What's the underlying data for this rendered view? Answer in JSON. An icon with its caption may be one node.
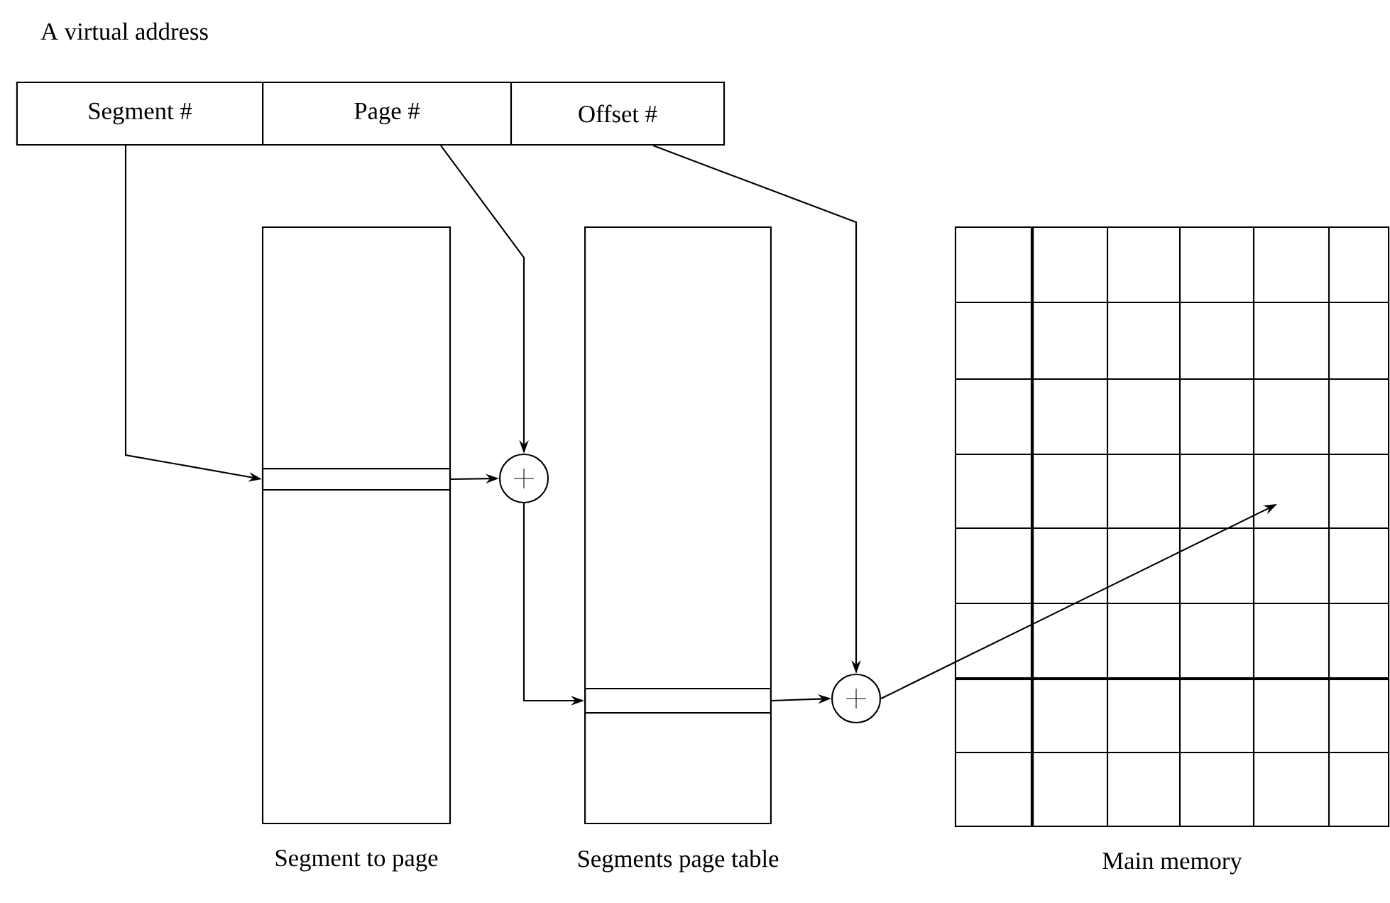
{
  "diagram": {
    "title": "A virtual address",
    "nodes": [
      {
        "text": [
          "Segment #"
        ]
      },
      {
        "text": [
          "Page #"
        ]
      },
      {
        "text": [
          "Offset #"
        ]
      },
      {
        "text": [
          "Segment to page"
        ]
      },
      {
        "text": [],
        "shape": "box",
        "in": 3
      },
      {
        "text": [],
        "shape": "circle"
      },
      {
        "text": [
          "Segments page table"
        ]
      },
      {
        "text": [],
        "shape": "box",
        "in": 6
      },
      {
        "text": [],
        "shape": "circle"
      },
      {
        "text": [
          "Main memory"
        ]
      }
    ],
    "edges": [
      {
        "from": 0,
        "to": 4,
        "arrow": "to"
      },
      {
        "from": 4,
        "to": 5,
        "arrow": "to"
      },
      {
        "from": 1,
        "to": 5,
        "arrow": "to"
      },
      {
        "from": 5,
        "to": 7,
        "arrow": "to"
      },
      {
        "from": 7,
        "to": 8,
        "arrow": "to"
      },
      {
        "from": 2,
        "to": 8,
        "arrow": "to"
      },
      {
        "from": 8,
        "to": 9,
        "arrow": "to"
      }
    ]
  }
}
